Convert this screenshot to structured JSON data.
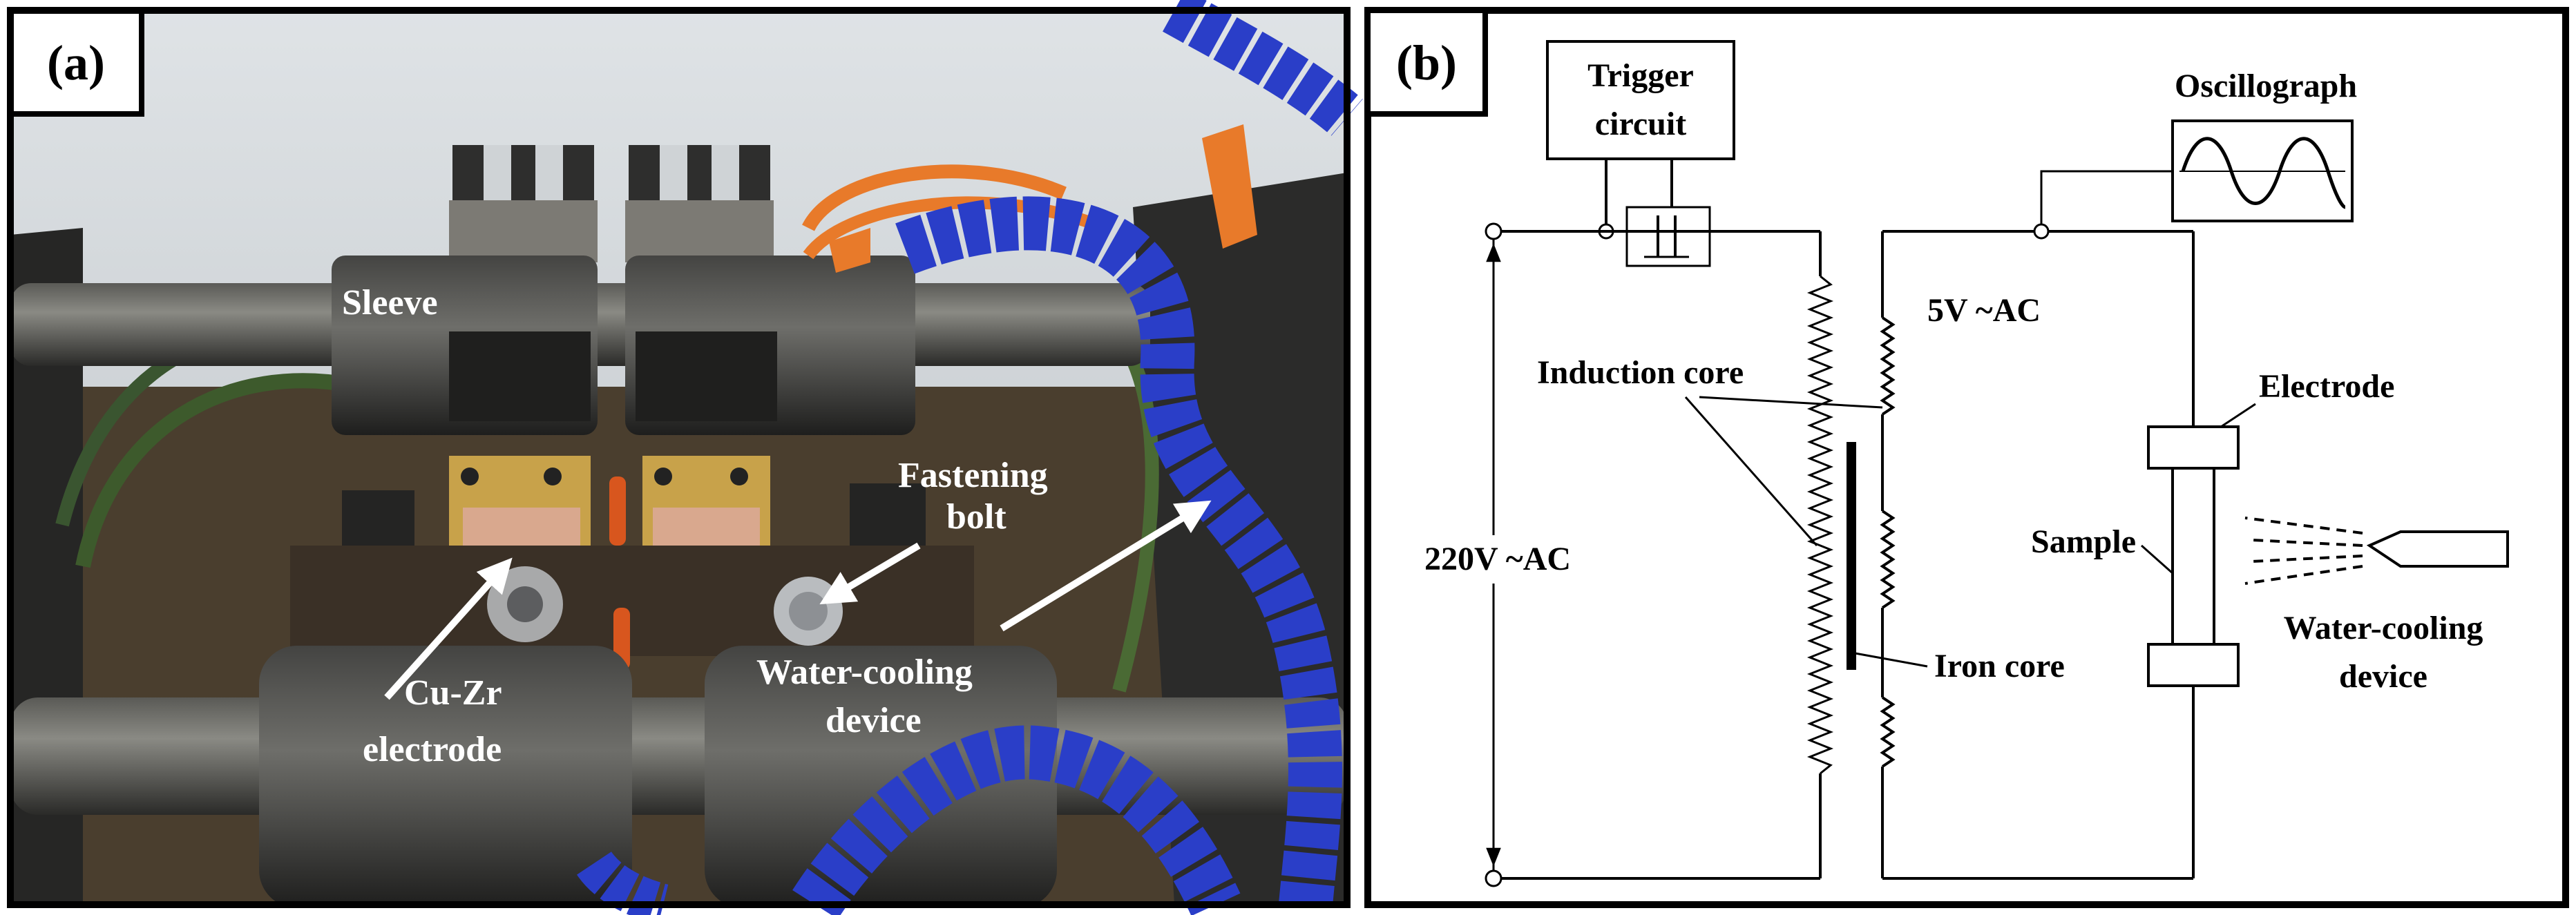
{
  "panel_a": {
    "tag": "(a)",
    "labels": {
      "sleeve": "Sleeve",
      "fastening_1": "Fastening",
      "fastening_2": "bolt",
      "cuzr_1": "Cu-Zr",
      "cuzr_2": "electrode",
      "water_1": "Water-cooling",
      "water_2": "device"
    },
    "colors": {
      "hose": "#2a3ec8",
      "tube_orange": "#e87a2a",
      "brass": "#c8a24a",
      "dark_metal": "#3a3a38"
    }
  },
  "panel_b": {
    "tag": "(b)",
    "labels": {
      "trigger_1": "Trigger",
      "trigger_2": "circuit",
      "oscillograph": "Oscillograph",
      "v5": "5V ~AC",
      "induction_core": "Induction core",
      "electrode": "Electrode",
      "v220": "220V ~AC",
      "sample": "Sample",
      "water_1": "Water-cooling",
      "water_2": "device",
      "iron_core": "Iron core"
    }
  }
}
